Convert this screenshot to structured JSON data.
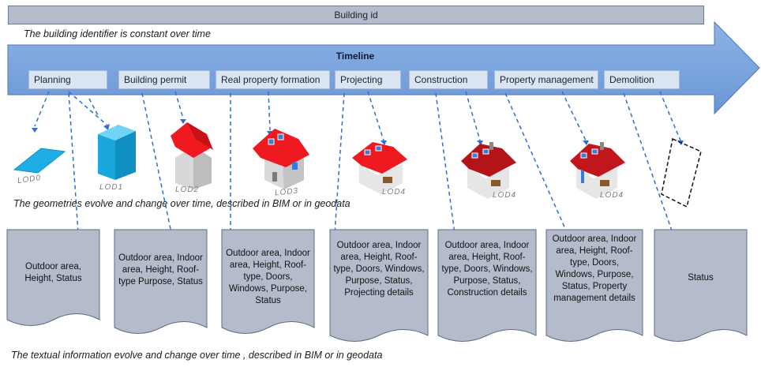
{
  "building_id": "Building id",
  "notes": {
    "identifier": "The building identifier is constant over time",
    "geometries": "The geometries evolve and change over time, described in BIM or in geodata",
    "textual": "The textual information evolve and change over time , described in BIM or in geodata"
  },
  "timeline": {
    "title": "Timeline",
    "phases": [
      "Planning",
      "Building permit",
      "Real property formation",
      "Projecting",
      "Construction",
      "Property management",
      "Demolition"
    ]
  },
  "lod_labels": [
    "LOD0",
    "LOD1",
    "LOD2",
    "LOD3",
    "LOD4",
    "LOD4",
    "LOD4"
  ],
  "documents": [
    "Outdoor area, Height, Status",
    "Outdoor area, Indoor area, Height, Roof-type Purpose, Status",
    "Outdoor area, Indoor area, Height, Roof-type, Doors, Windows, Purpose, Status",
    "Outdoor area, Indoor area, Height, Roof-type, Doors, Windows, Purpose, Status, Projecting details",
    "Outdoor area, Indoor area, Height, Roof-type, Doors, Windows, Purpose, Status, Construction details",
    "Outdoor area, Indoor area, Height, Roof-type, Doors, Windows, Purpose, Status, Property management details",
    "Status"
  ],
  "colors": {
    "timeline_fill": "#7aa3dc",
    "phase_fill": "#dbe4f3",
    "document_fill": "#b4bccc",
    "connector": "#2f6fd0",
    "roof": "#e8161b",
    "cube": "#1eaee6"
  }
}
